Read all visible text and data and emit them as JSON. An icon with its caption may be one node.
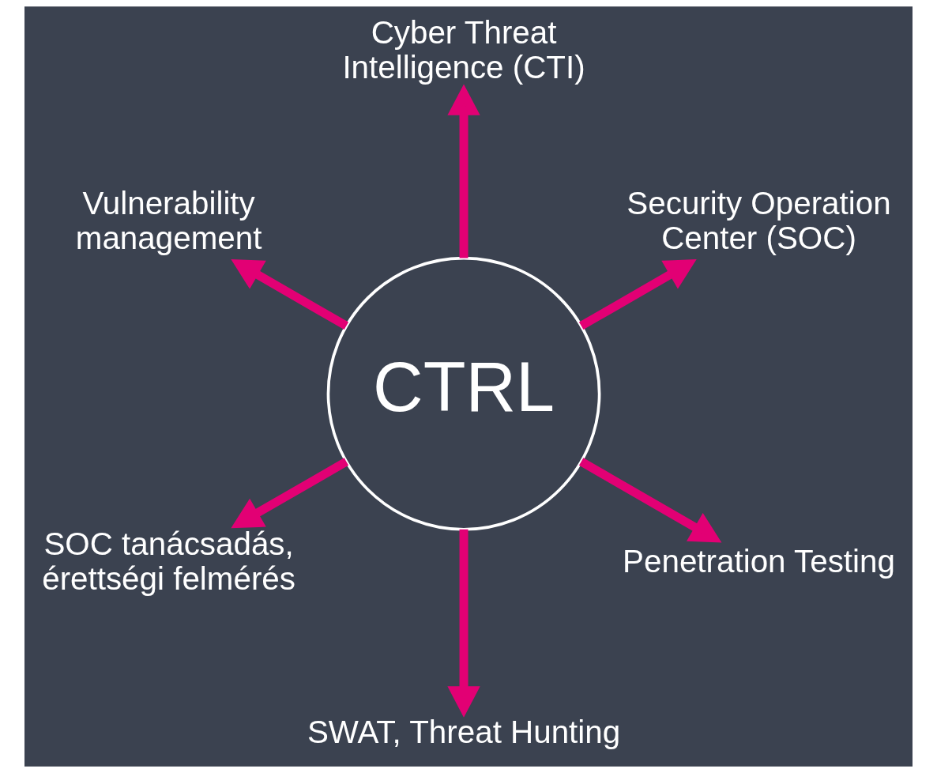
{
  "diagram": {
    "nodes": [
      {
        "text": [
          "Security Operation Center (SOC)"
        ]
      },
      {
        "text": [
          "Cyber Threat Intelligence (CTI)"
        ]
      },
      {
        "text": [
          "Vulnerability management"
        ]
      },
      {
        "text": [
          "CTRL"
        ]
      },
      {
        "text": [
          "SOC tanácsadás, érettségi felmérés"
        ]
      },
      {
        "text": [
          "SWAT, Threat Hunting"
        ]
      },
      {
        "text": [
          "Penetration Testing"
        ]
      }
    ],
    "edges": [
      {
        "from": 3,
        "to": 0,
        "arrow": "to"
      },
      {
        "from": 3,
        "to": 2,
        "arrow": "to"
      },
      {
        "from": 3,
        "to": 4,
        "arrow": "to"
      },
      {
        "from": 3,
        "to": 6,
        "arrow": "to"
      },
      {
        "from": 3,
        "to": 5,
        "arrow": "to"
      },
      {
        "from": 3,
        "to": 1,
        "arrow": "to"
      }
    ]
  }
}
